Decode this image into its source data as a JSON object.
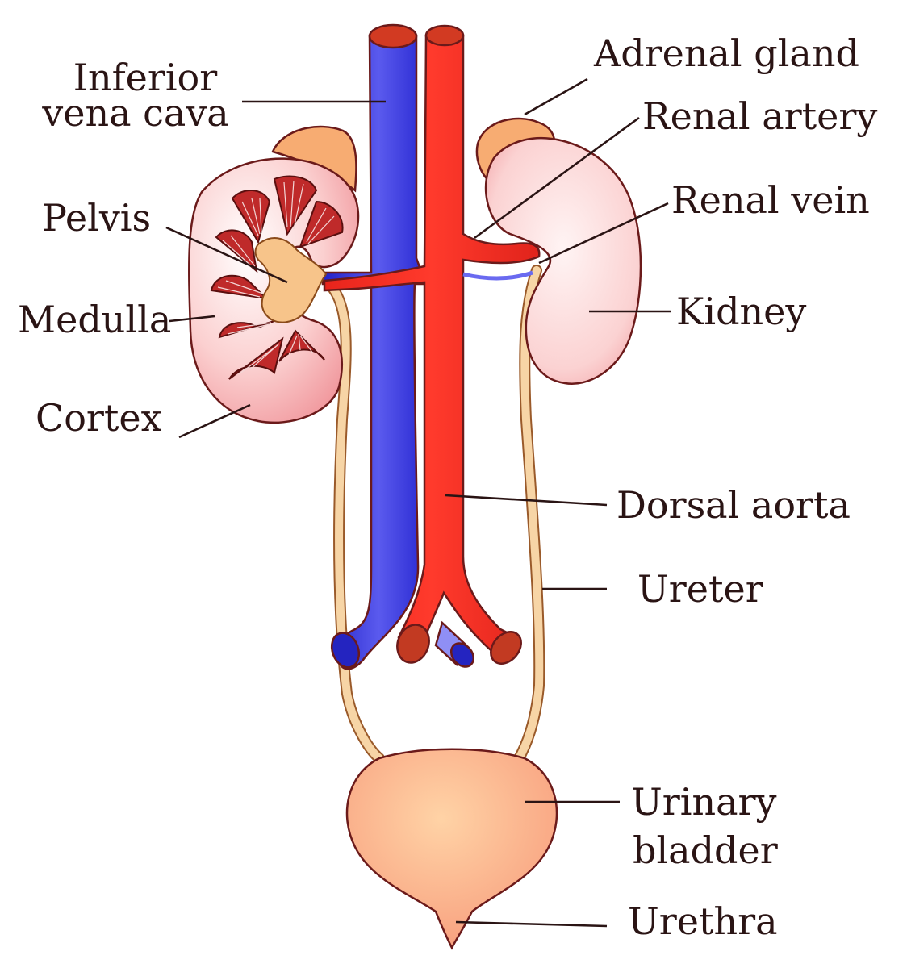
{
  "labels": {
    "inferior_vena_cava": [
      "Inferior",
      "vena cava"
    ],
    "adrenal_gland": "Adrenal gland",
    "renal_artery": "Renal artery",
    "renal_vein": "Renal vein",
    "pelvis": "Pelvis",
    "medulla": "Medulla",
    "kidney": "Kidney",
    "cortex": "Cortex",
    "dorsal_aorta": "Dorsal aorta",
    "ureter": "Ureter",
    "urinary_bladder": [
      "Urinary",
      "bladder"
    ],
    "urethra": "Urethra"
  },
  "colors": {
    "vein": "#3b3bd9",
    "artery": "#ee2b22",
    "kidney": "#f7b7b7",
    "adrenal": "#f7ac72",
    "ureter": "#f7d5a6",
    "bladder": "#f9b98f",
    "medulla": "#bf2a2a"
  }
}
